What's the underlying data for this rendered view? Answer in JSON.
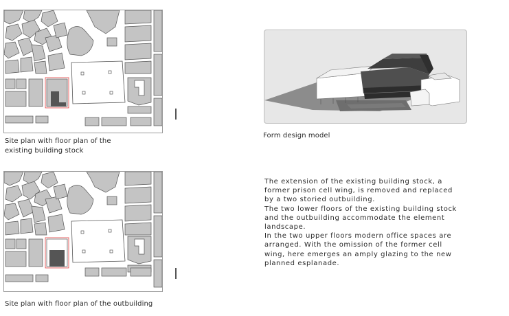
{
  "panels": [
    {
      "caption": "Site plan with floor plan of the\nexisting building stock",
      "variant": "existing"
    },
    {
      "caption": "Site plan with floor plan of the outbuilding",
      "variant": "outbuilding"
    }
  ],
  "model": {
    "caption": "Form design model"
  },
  "description": "The extension of the existing building stock, a\nformer prison cell wing, is removed and replaced\nby a two storied outbuilding.\nThe two lower floors of the existing building stock\nand the outbuilding accommodate   the element\nlandscape.\nIn the two upper floors modern office spaces are\narranged. With the omission of the former cell\nwing, here emerges an amply glazing to the new\nplanned esplanade.",
  "colors": {
    "building": "#c4c4c4",
    "building_outline": "#555555",
    "highlight": "#e03a3a",
    "new_building": "#555555"
  }
}
